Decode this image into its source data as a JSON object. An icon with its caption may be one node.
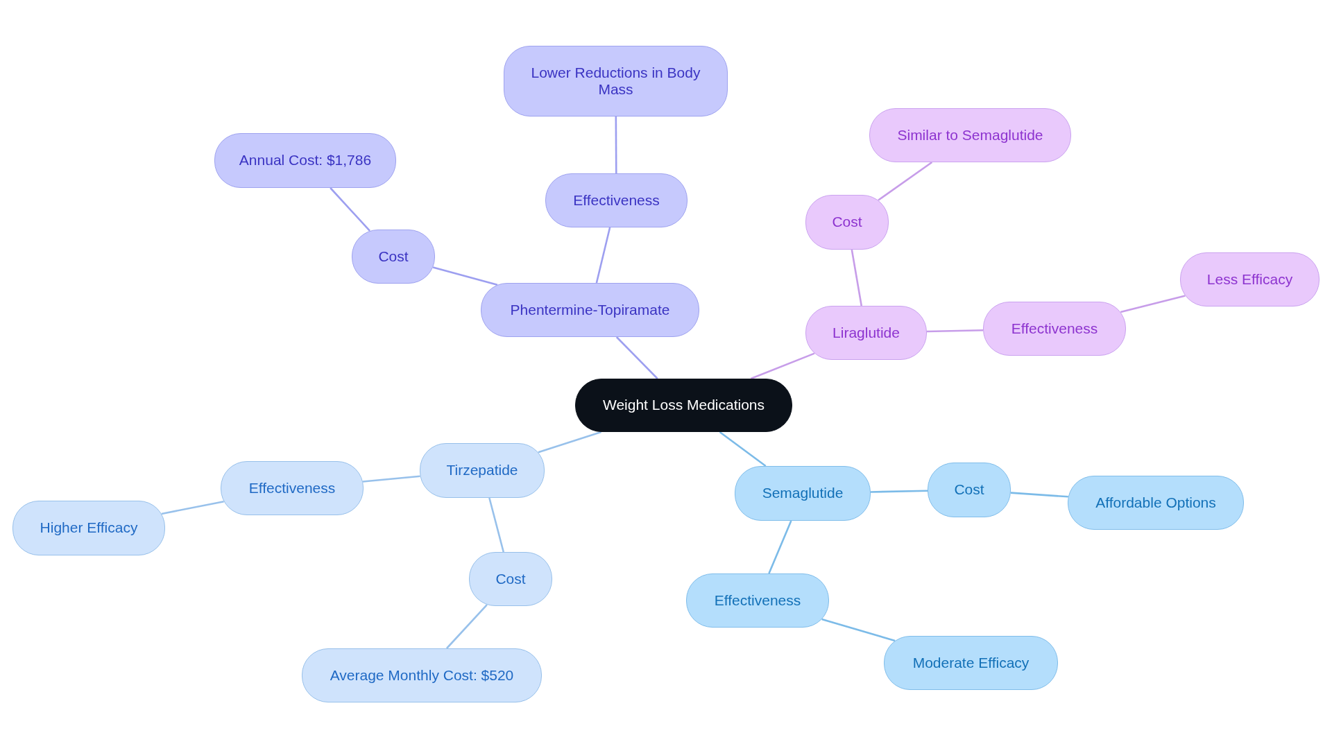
{
  "diagram": {
    "nodes": [
      {
        "text": [
          "Weight Loss Medications"
        ]
      },
      {
        "text": [
          "Phentermine-Topiramate"
        ]
      },
      {
        "text": [
          "Cost"
        ]
      },
      {
        "text": [
          "Annual Cost: $1,786"
        ]
      },
      {
        "text": [
          "Effectiveness"
        ]
      },
      {
        "text": [
          "Lower Reductions in Body Mass"
        ]
      },
      {
        "text": [
          "Liraglutide"
        ]
      },
      {
        "text": [
          "Cost"
        ]
      },
      {
        "text": [
          "Similar to Semaglutide"
        ]
      },
      {
        "text": [
          "Effectiveness"
        ]
      },
      {
        "text": [
          "Less Efficacy"
        ]
      },
      {
        "text": [
          "Tirzepatide"
        ]
      },
      {
        "text": [
          "Effectiveness"
        ]
      },
      {
        "text": [
          "Higher Efficacy"
        ]
      },
      {
        "text": [
          "Cost"
        ]
      },
      {
        "text": [
          "Average Monthly Cost: $520"
        ]
      },
      {
        "text": [
          "Semaglutide"
        ]
      },
      {
        "text": [
          "Cost"
        ]
      },
      {
        "text": [
          "Affordable Options"
        ]
      },
      {
        "text": [
          "Effectiveness"
        ]
      },
      {
        "text": [
          "Moderate Efficacy"
        ]
      }
    ],
    "edges": [
      {
        "from": 0,
        "to": 1,
        "arrow": "none",
        "color": "#9d9ff0"
      },
      {
        "from": 1,
        "to": 2,
        "arrow": "none",
        "color": "#9d9ff0"
      },
      {
        "from": 2,
        "to": 3,
        "arrow": "none",
        "color": "#9d9ff0"
      },
      {
        "from": 1,
        "to": 4,
        "arrow": "none",
        "color": "#9d9ff0"
      },
      {
        "from": 4,
        "to": 5,
        "arrow": "none",
        "color": "#9d9ff0"
      },
      {
        "from": 0,
        "to": 6,
        "arrow": "none",
        "color": "#c79de9"
      },
      {
        "from": 6,
        "to": 7,
        "arrow": "none",
        "color": "#c79de9"
      },
      {
        "from": 7,
        "to": 8,
        "arrow": "none",
        "color": "#c79de9"
      },
      {
        "from": 6,
        "to": 9,
        "arrow": "none",
        "color": "#c79de9"
      },
      {
        "from": 9,
        "to": 10,
        "arrow": "none",
        "color": "#c79de9"
      },
      {
        "from": 0,
        "to": 11,
        "arrow": "none",
        "color": "#98c1eb"
      },
      {
        "from": 11,
        "to": 12,
        "arrow": "none",
        "color": "#98c1eb"
      },
      {
        "from": 12,
        "to": 13,
        "arrow": "none",
        "color": "#98c1eb"
      },
      {
        "from": 11,
        "to": 14,
        "arrow": "none",
        "color": "#98c1eb"
      },
      {
        "from": 14,
        "to": 15,
        "arrow": "none",
        "color": "#98c1eb"
      },
      {
        "from": 0,
        "to": 16,
        "arrow": "none",
        "color": "#7cbbe8"
      },
      {
        "from": 16,
        "to": 17,
        "arrow": "none",
        "color": "#7cbbe8"
      },
      {
        "from": 17,
        "to": 18,
        "arrow": "none",
        "color": "#7cbbe8"
      },
      {
        "from": 16,
        "to": 19,
        "arrow": "none",
        "color": "#7cbbe8"
      },
      {
        "from": 19,
        "to": 20,
        "arrow": "none",
        "color": "#7cbbe8"
      }
    ]
  }
}
